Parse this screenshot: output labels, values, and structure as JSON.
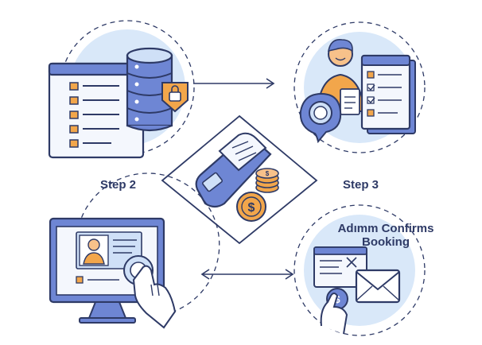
{
  "labels": {
    "step_left": "Step 2",
    "step_right": "Step 3",
    "confirm_line1": "Adımm Confirms",
    "confirm_line2": "Booking"
  },
  "palette": {
    "ink": "#2e3a66",
    "blue": "#6e86d4",
    "light_blue": "#cfe0f7",
    "circle_bg": "#d9e8f9",
    "orange": "#f2a64b",
    "skin": "#f7c18a",
    "panel": "#f4f7fd"
  },
  "icons": [
    "database-icon",
    "lock-icon",
    "document-icon",
    "user-icon",
    "checklist-icon",
    "chat-bubble-icon",
    "payment-terminal-icon",
    "coin-stack-icon",
    "dollar-coin-icon",
    "monitor-icon",
    "hand-cursor-icon",
    "email-envelope-icon"
  ]
}
